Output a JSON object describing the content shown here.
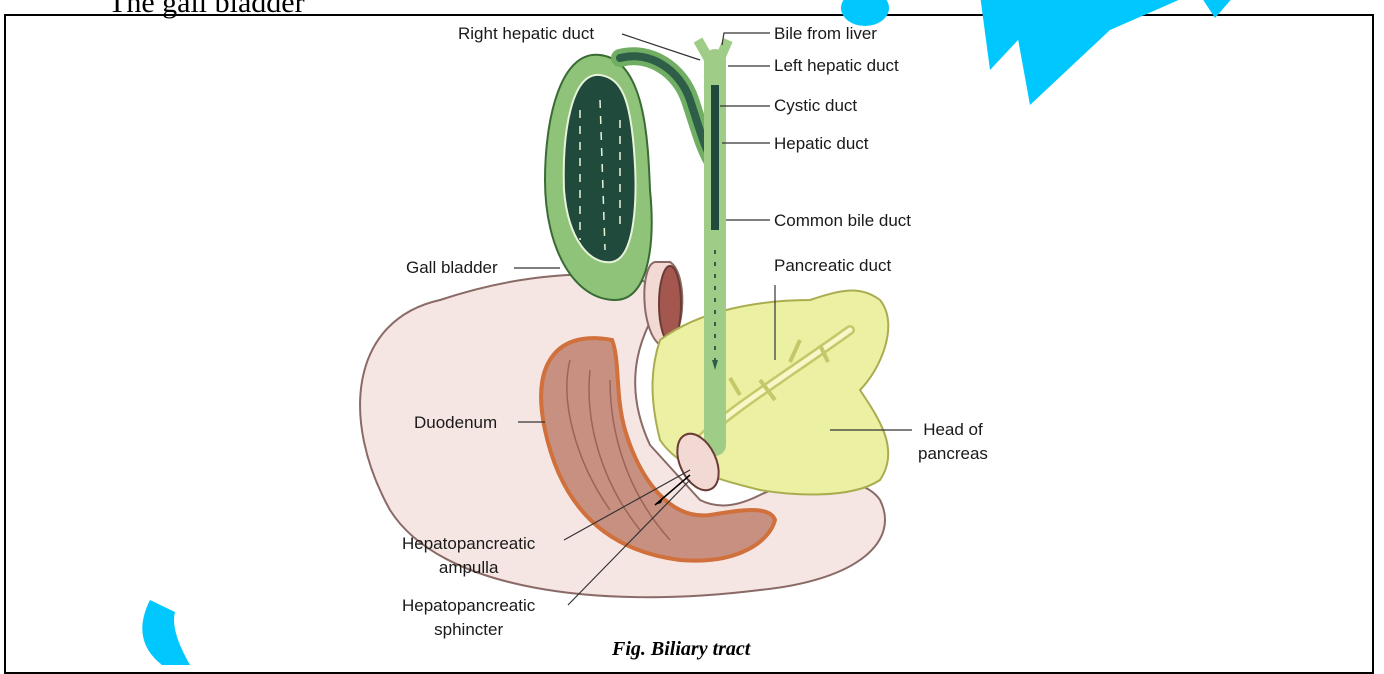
{
  "page": {
    "heading": "The gall bladder",
    "caption": "Fig. Biliary tract"
  },
  "labels": {
    "right_hepatic_duct": "Right hepatic duct",
    "bile_from_liver": "Bile from liver",
    "left_hepatic_duct": "Left hepatic duct",
    "cystic_duct": "Cystic duct",
    "hepatic_duct": "Hepatic duct",
    "common_bile_duct": "Common bile duct",
    "gall_bladder": "Gall bladder",
    "pancreatic_duct": "Pancreatic duct",
    "duodenum": "Duodenum",
    "head_of_pancreas": "Head of\npancreas",
    "hepatopancreatic_ampulla": "Hepatopancreatic\nampulla",
    "hepatopancreatic_sphincter": "Hepatopancreatic\nsphincter"
  },
  "colors": {
    "gall_bladder_fill": "#8fc37a",
    "gall_bladder_inner": "#1f4a3c",
    "duct_green": "#9fcd88",
    "pancreas_yellow": "#ecf0a2",
    "duodenum_outer": "#f6e6e3",
    "duodenum_lumen": "#c89080",
    "duodenum_wall": "#d0703c",
    "watermark_cyan": "#00c8ff"
  }
}
